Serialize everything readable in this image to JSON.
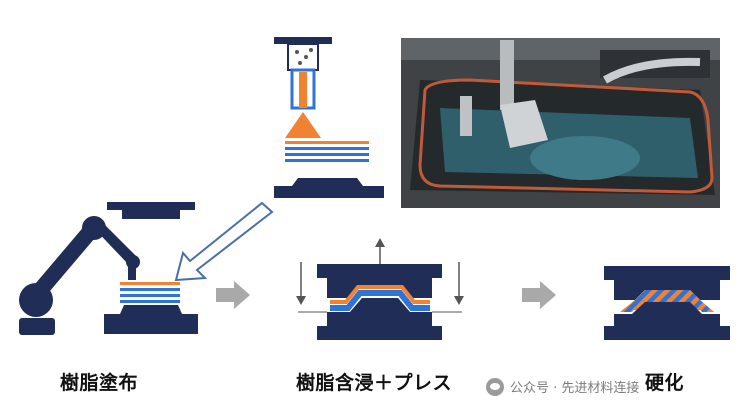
{
  "captions": {
    "resin_coating": "樹脂塗布",
    "impregnation_press": "樹脂含浸＋プレス",
    "curing": "硬化"
  },
  "watermark": {
    "text": "公众号 · 先进材料连接",
    "icon": "wechat-icon"
  },
  "colors": {
    "mold": "#1f2d57",
    "blue_layer": "#2f73d6",
    "orange_layer": "#f08232",
    "gray_arrow": "#a9a9a9"
  }
}
